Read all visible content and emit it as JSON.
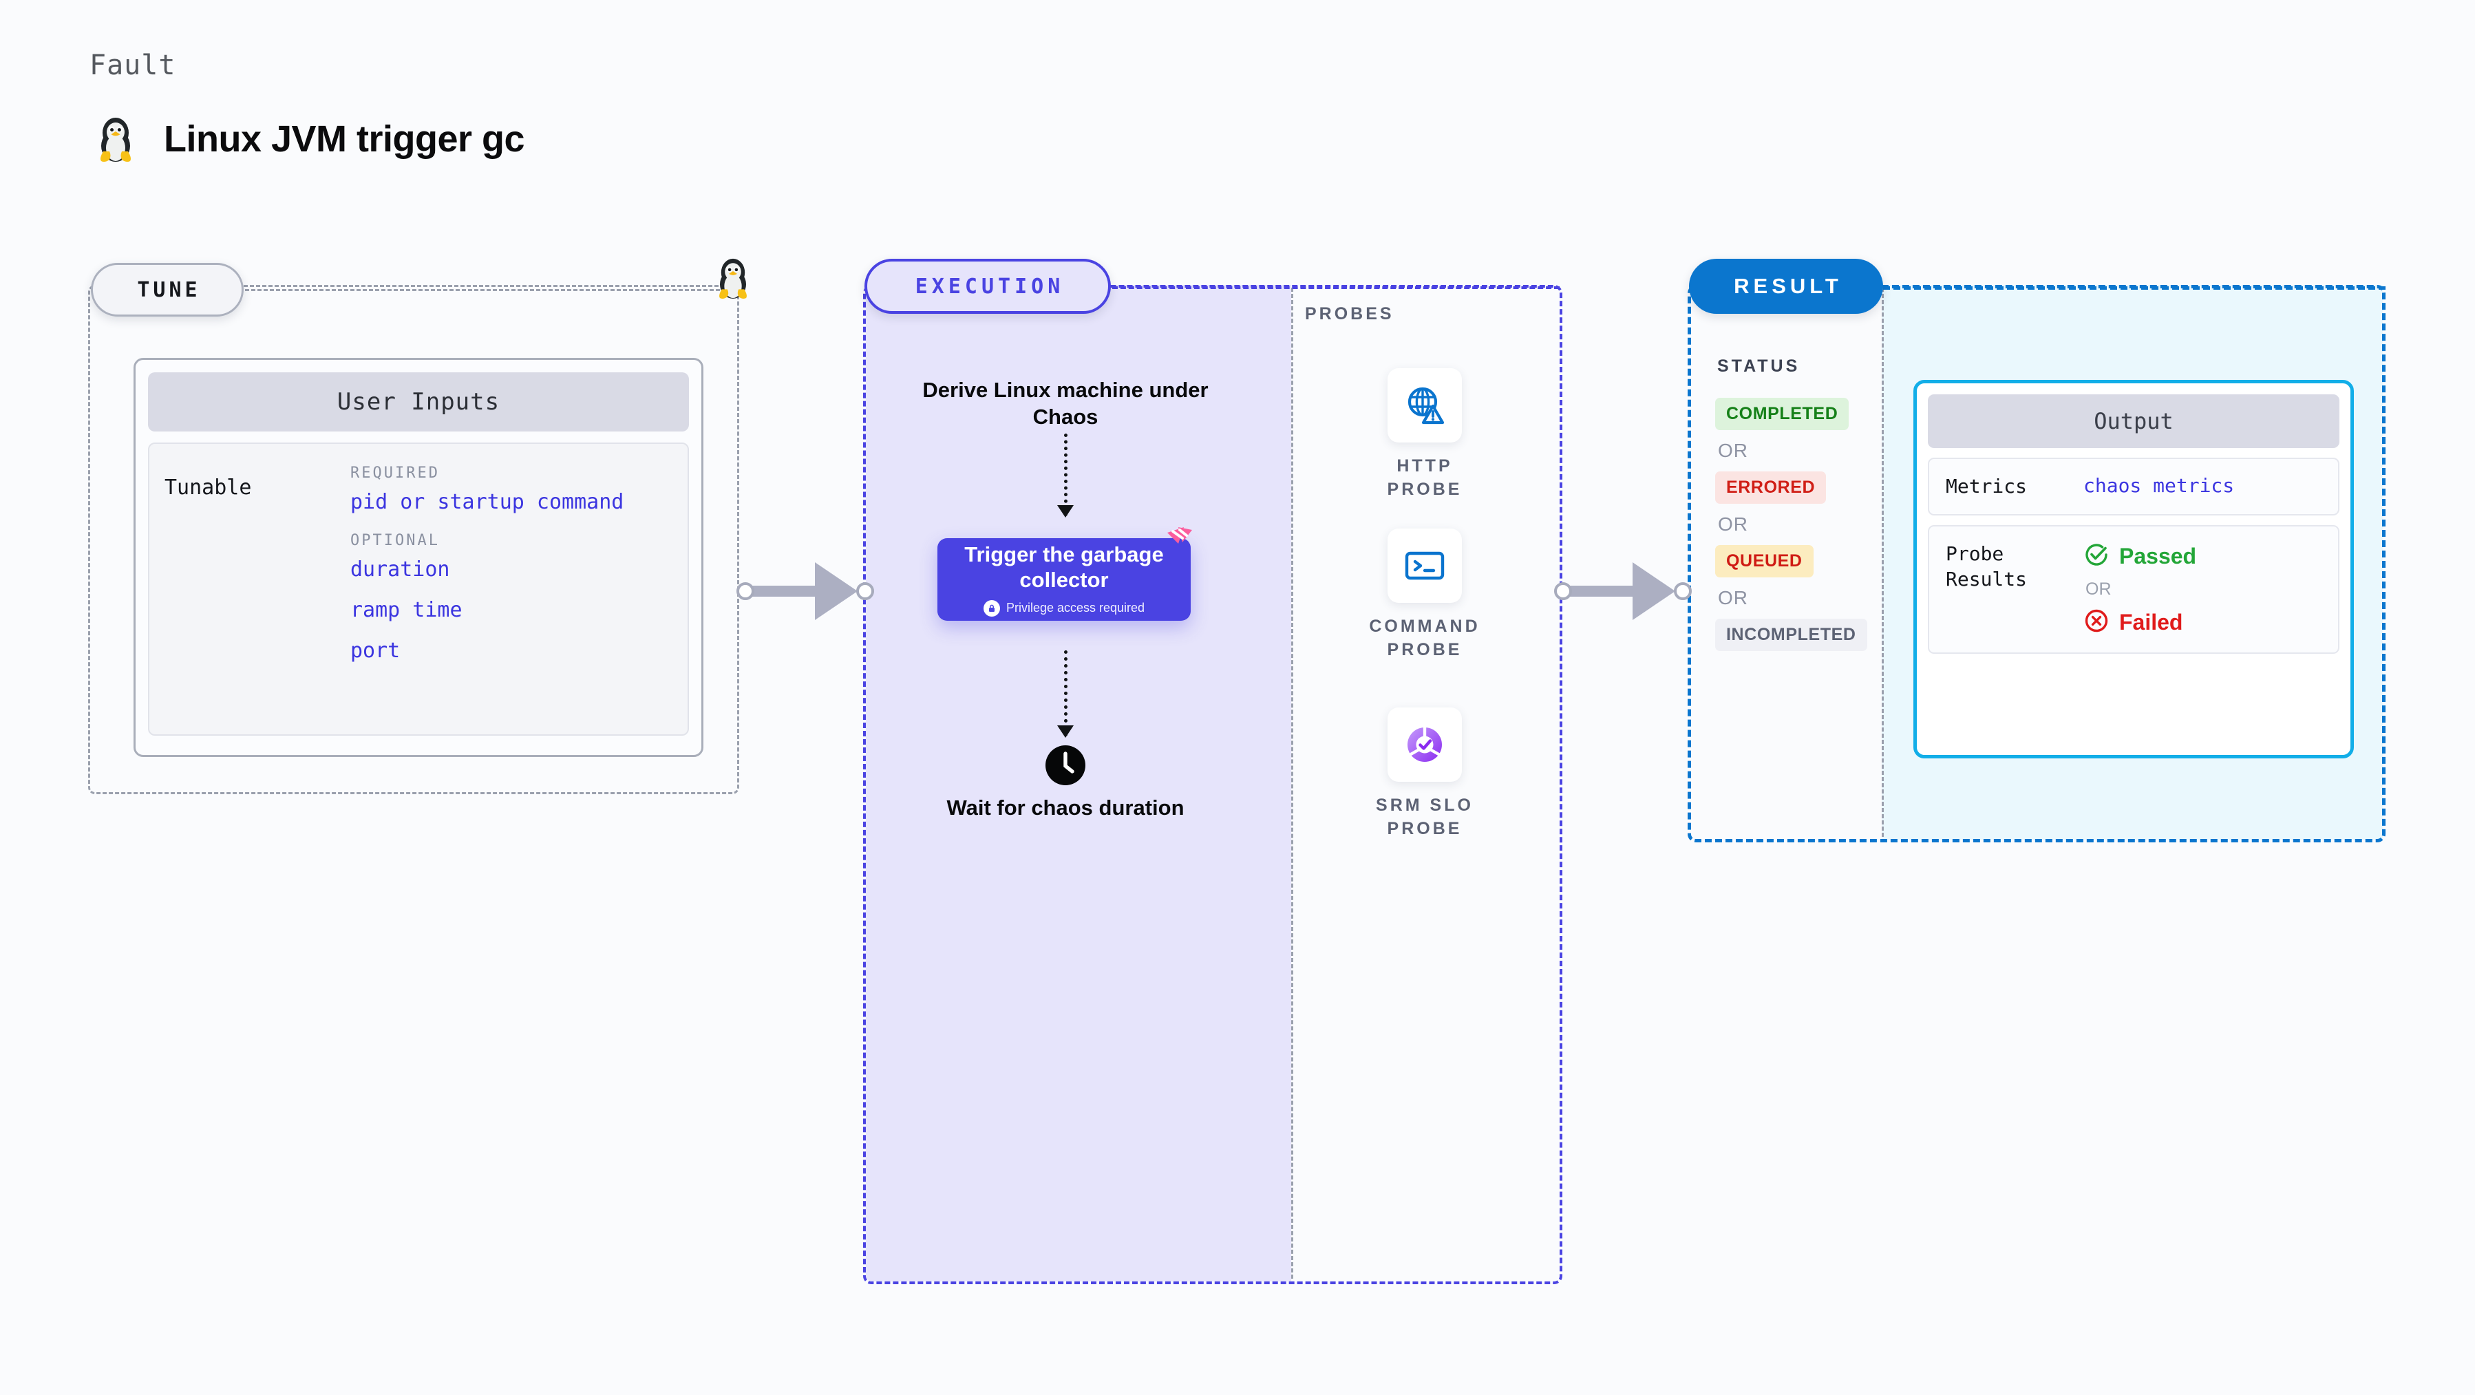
{
  "header": {
    "kicker": "Fault",
    "title": "Linux JVM trigger gc",
    "icon": "linux-penguin-icon"
  },
  "tune": {
    "badge": "TUNE",
    "card_header": "User Inputs",
    "tunable_label": "Tunable",
    "groups": [
      {
        "label": "REQUIRED",
        "items": [
          "pid or startup command"
        ]
      },
      {
        "label": "OPTIONAL",
        "items": [
          "duration",
          "ramp time",
          "port"
        ]
      }
    ]
  },
  "execution": {
    "badge": "EXECUTION",
    "step_derive": "Derive Linux machine under Chaos",
    "action": {
      "title": "Trigger the garbage collector",
      "privilege_note": "Privilege access required",
      "lock_icon": "lock-icon",
      "corner_icon": "chaos-mark-icon"
    },
    "step_wait": "Wait for chaos duration",
    "clock_icon": "clock-icon"
  },
  "probes": {
    "title": "PROBES",
    "items": [
      {
        "label": "HTTP PROBE",
        "icon": "globe-warning-icon"
      },
      {
        "label": "COMMAND PROBE",
        "icon": "terminal-icon"
      },
      {
        "label": "SRM SLO PROBE",
        "icon": "slo-donut-check-icon"
      }
    ]
  },
  "result": {
    "badge": "RESULT",
    "status_title": "STATUS",
    "or_label": "OR",
    "statuses": [
      {
        "label": "COMPLETED",
        "bg": "#DDF3DC",
        "fg": "#158018"
      },
      {
        "label": "ERRORED",
        "bg": "#FBE4E2",
        "fg": "#D01E16"
      },
      {
        "label": "QUEUED",
        "bg": "#FCECBF",
        "fg": "#CF1B14"
      },
      {
        "label": "INCOMPLETED",
        "bg": "#EFF0F5",
        "fg": "#5C6274"
      }
    ],
    "output": {
      "header": "Output",
      "metrics_key": "Metrics",
      "metrics_value": "chaos metrics",
      "probe_results_key": "Probe Results",
      "passed_label": "Passed",
      "failed_label": "Failed",
      "or_label": "OR",
      "passed_icon": "check-circle-icon",
      "failed_icon": "x-circle-icon"
    }
  },
  "colors": {
    "purple": "#4A43E2",
    "purple_bg": "#E6E4FB",
    "blue": "#0B76CE",
    "cyan": "#12AEE8",
    "cyan_bg": "#EAF8FD",
    "gray_dash": "#9AA0AD",
    "pink": "#FB5E9E"
  }
}
